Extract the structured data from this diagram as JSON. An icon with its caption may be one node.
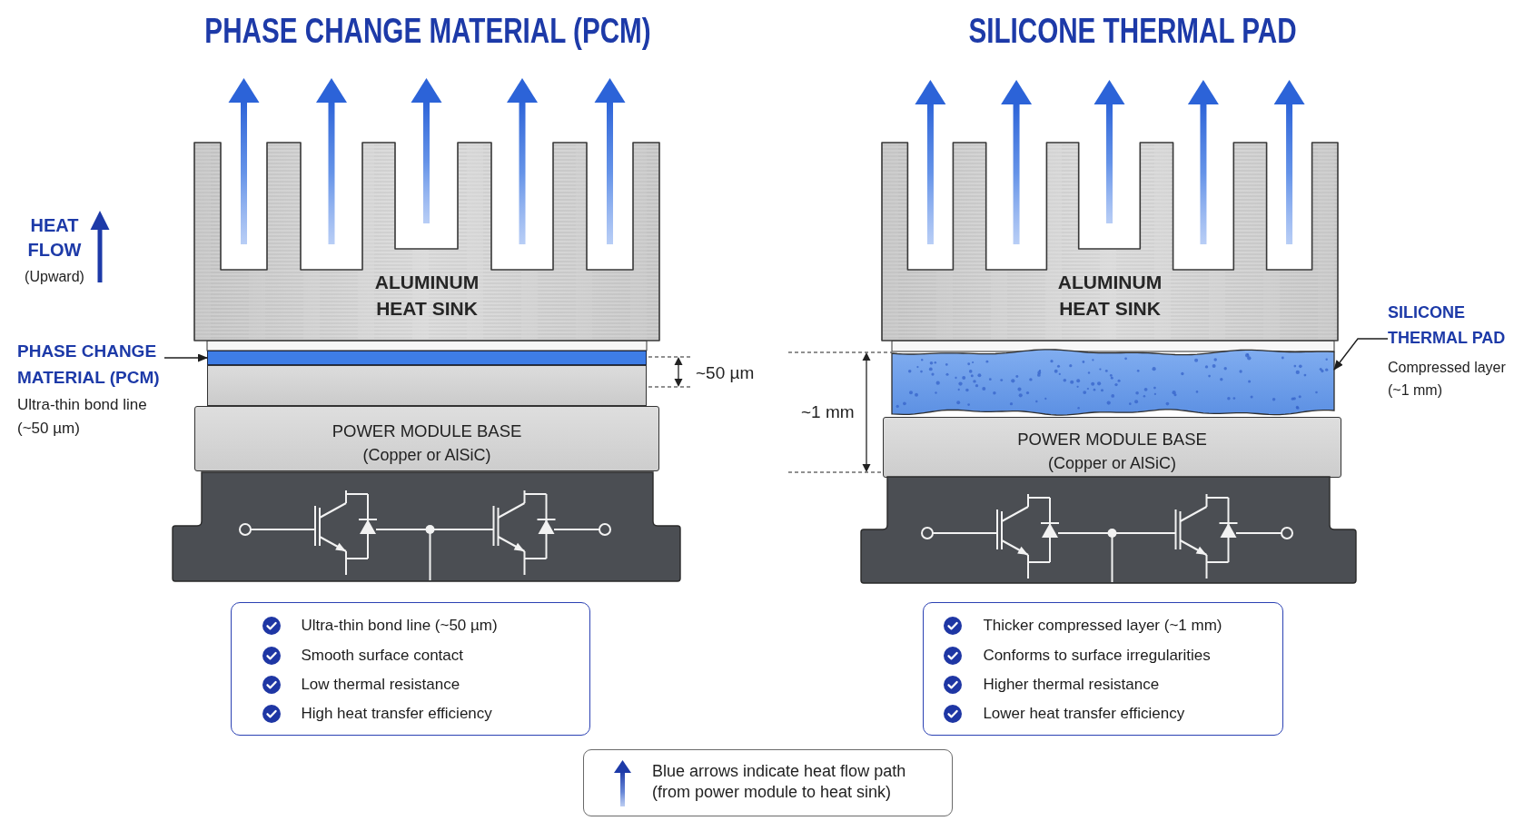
{
  "diagram": {
    "nodes": [
      {
        "text": [
          "ALUMINUM HEAT SINK"
        ]
      },
      {
        "text": [
          "PHASE CHANGE MATERIAL (PCM)",
          "Ultra-thin bond line (~50 µm)"
        ]
      },
      {
        "text": [],
        "shape": "bar"
      },
      {
        "text": [],
        "shape": "bar"
      },
      {
        "text": [
          "POWER MODULE BASE",
          "(Copper or AlSiC)"
        ]
      },
      {
        "text": [],
        "shape": "box"
      },
      {
        "text": [
          "Ultra-thin bond line (~50 µm)",
          "Smooth surface contact",
          "Low thermal resistance",
          "High heat transfer efficiency"
        ]
      },
      {
        "text": [
          "ALUMINUM HEAT SINK"
        ]
      },
      {
        "text": [
          "SILICONE THERMAL PAD",
          "Compressed layer (~1 mm)"
        ]
      },
      {
        "text": [],
        "shape": "bar"
      },
      {
        "text": [
          "POWER MODULE BASE",
          "(Copper or AlSiC)"
        ]
      },
      {
        "text": [],
        "shape": "box"
      },
      {
        "text": [
          "Thicker compressed layer (~1 mm)",
          "Conforms to surface irregularities",
          "Higher thermal resistance",
          "Lower heat transfer efficiency"
        ]
      }
    ],
    "edges": [
      {
        "from": 1,
        "to": 2,
        "arrow": "to"
      },
      {
        "from": 8,
        "to": 9,
        "arrow": "to"
      }
    ],
    "labels": [
      "PHASE CHANGE MATERIAL (PCM)",
      "SILICONE THERMAL PAD",
      "HEAT FLOW",
      "(Upward)",
      "~50 µm",
      "~1 mm"
    ],
    "legend": [
      {
        "text": "Blue arrows indicate heat flow path (from power module to heat sink)"
      }
    ]
  }
}
